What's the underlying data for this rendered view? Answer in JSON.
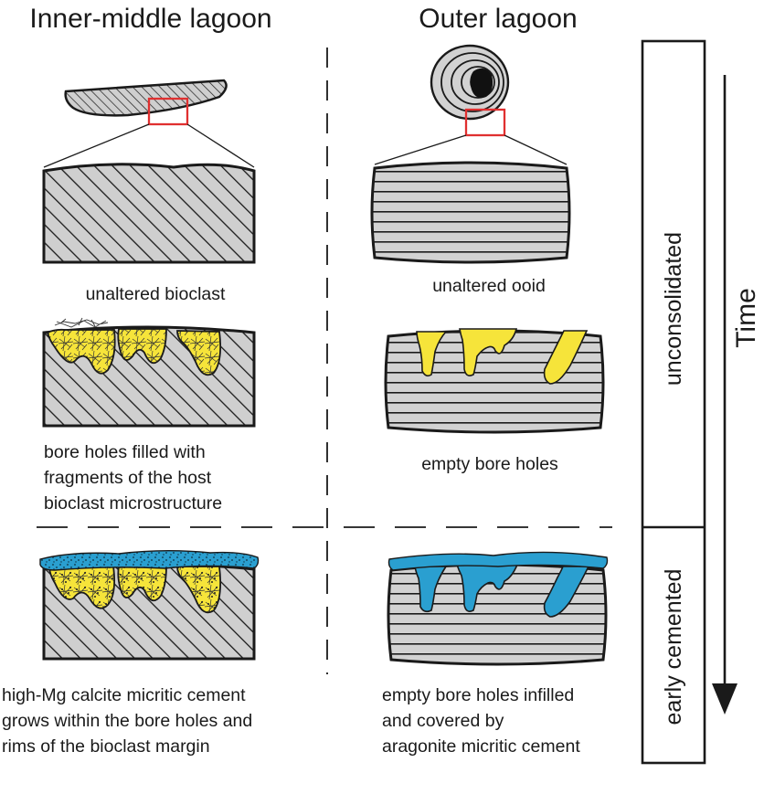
{
  "columns": {
    "inner": {
      "title": "Inner-middle lagoon"
    },
    "outer": {
      "title": "Outer lagoon"
    }
  },
  "captions": {
    "inner_1": "unaltered bioclast",
    "outer_1": "unaltered ooid",
    "inner_2": [
      "bore holes filled with",
      "fragments of the host",
      "bioclast microstructure"
    ],
    "outer_2": "empty bore holes",
    "inner_3": [
      "high-Mg calcite micritic cement",
      "grows within the bore holes and",
      "rims of the bioclast margin"
    ],
    "outer_3": [
      "empty bore holes infilled",
      "and covered by",
      "aragonite micritic cement"
    ]
  },
  "phases": {
    "unconsolidated": "unconsolidated",
    "cemented": "early cemented"
  },
  "time_label": "Time",
  "colors": {
    "outline": "#1a1a1a",
    "hatch_bg": "#cfcfcf",
    "ooid_fill": "#d2d2d2",
    "fragment_fill": "#f6e43a",
    "cement_fill": "#2a9fd0",
    "zoom_box": "#e03030"
  }
}
